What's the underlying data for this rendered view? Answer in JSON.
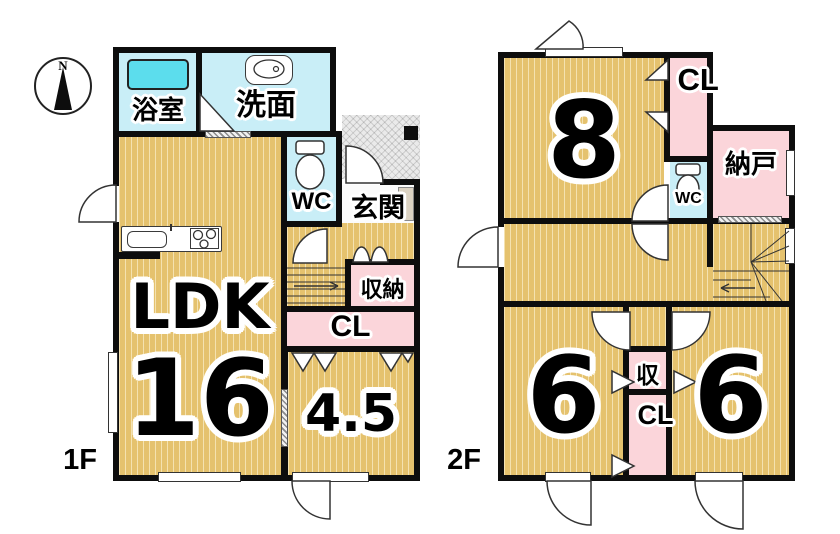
{
  "compass": {
    "north_label": "N"
  },
  "floor1": {
    "floor_label": "1F",
    "rooms": {
      "bath": "浴室",
      "washroom": "洗面",
      "toilet": "WC",
      "entrance": "玄関",
      "storage": "収納",
      "closet": "CL",
      "ldk": "LDK",
      "ldk_size": "16",
      "tatami_room": "4.5"
    }
  },
  "floor2": {
    "floor_label": "2F",
    "rooms": {
      "bedroom8": "8",
      "closet": "CL",
      "toilet": "WC",
      "storage_room": "納戸",
      "bedroom6_left": "6",
      "bedroom6_right": "6",
      "small_storage": "収",
      "closet_mid": "CL"
    }
  },
  "colors": {
    "wall": "#0d0d0d",
    "wood_floor": "#e5c26e",
    "wet_area": "#c9eef7",
    "bathtub": "#5cdded",
    "closet": "#fbd5da",
    "porch": "#eaeaea"
  }
}
